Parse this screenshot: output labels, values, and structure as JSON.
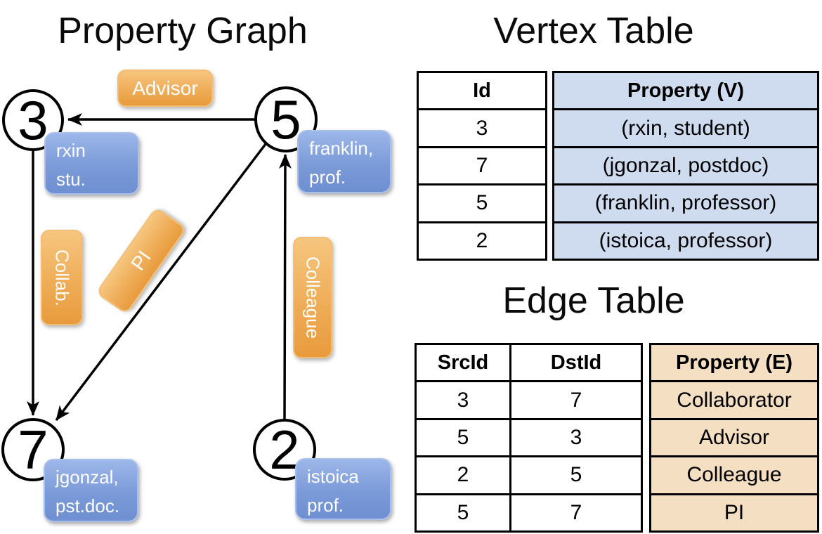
{
  "graph": {
    "title": "Property Graph",
    "nodes": [
      {
        "id": "3",
        "label_line1": "rxin",
        "label_line2": "stu."
      },
      {
        "id": "5",
        "label_line1": "franklin,",
        "label_line2": "prof."
      },
      {
        "id": "7",
        "label_line1": "jgonzal,",
        "label_line2": "pst.doc."
      },
      {
        "id": "2",
        "label_line1": "istoica",
        "label_line2": "prof."
      }
    ],
    "edge_labels": {
      "advisor": "Advisor",
      "collab": "Collab.",
      "pi": "PI",
      "colleague": "Colleague"
    }
  },
  "vertex_table": {
    "title": "Vertex Table",
    "headers": {
      "id": "Id",
      "property": "Property (V)"
    },
    "rows": [
      {
        "id": "3",
        "property": "(rxin, student)"
      },
      {
        "id": "7",
        "property": "(jgonzal, postdoc)"
      },
      {
        "id": "5",
        "property": "(franklin, professor)"
      },
      {
        "id": "2",
        "property": "(istoica, professor)"
      }
    ]
  },
  "edge_table": {
    "title": "Edge Table",
    "headers": {
      "src": "SrcId",
      "dst": "DstId",
      "property": "Property (E)"
    },
    "rows": [
      {
        "src": "3",
        "dst": "7",
        "property": "Collaborator"
      },
      {
        "src": "5",
        "dst": "3",
        "property": "Advisor"
      },
      {
        "src": "2",
        "dst": "5",
        "property": "Colleague"
      },
      {
        "src": "5",
        "dst": "7",
        "property": "PI"
      }
    ]
  },
  "colors": {
    "vertex_property_fill": "#cfdcf0",
    "edge_property_fill": "#f5dfc2",
    "node_label_blue_top": "#9cb7e9",
    "node_label_blue_bottom": "#6e8fd1",
    "edge_label_orange_top": "#f6c67f",
    "edge_label_orange_bottom": "#e89b3d",
    "line_color": "#000000"
  }
}
